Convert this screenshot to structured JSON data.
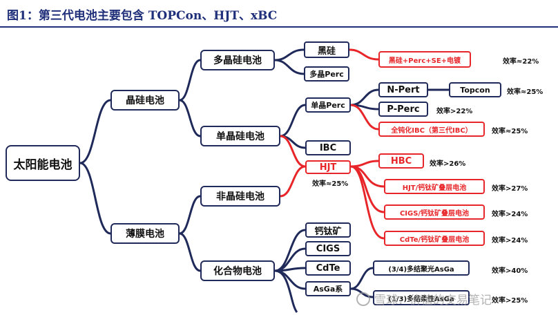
{
  "title": "图1：第三代电池主要包含 TOPCon、HJT、xBC",
  "nodes": {
    "root": "太阳能电池",
    "crystalline_si": "晶硅电池",
    "thin_film": "薄膜电池",
    "multi_si": "多晶硅电池",
    "mono_si": "单晶硅电池",
    "amorphous_si": "非晶硅电池",
    "compound": "化合物电池",
    "black_si": "黑硅",
    "multi_perc": "多晶Perc",
    "mono_perc": "单晶Perc",
    "ibc": "IBC",
    "hjt": "HJT",
    "perovskite": "钙钛矿",
    "cigs": "CIGS",
    "cdte": "CdTe",
    "asga": "AsGa系",
    "n_pert": "N-Pert",
    "p_perc": "P-Perc",
    "topcon": "Topcon",
    "red_black_si": "黑硅+Perc+SE+电镀",
    "red_full_ibc": "全钝化IBC（第三代IBC）",
    "red_hbc": "HBC",
    "red_hjt_per": "HJT/钙钛矿叠层电池",
    "red_cigs_per": "CIGS/钙钛矿叠层电池",
    "red_cdte_per": "CdTe/钙钛矿叠层电池",
    "asga_concentrator": "(3/4)多结聚光AsGa",
    "asga_flexible": "(1/3)多结柔性AsGa"
  },
  "efficiencies": {
    "black_si": "效率≈22%",
    "topcon": "效率≈25%",
    "p_perc": "效率>22%",
    "full_ibc": "效率≈25%",
    "hjt": "效率≈25%",
    "hbc": "效率>26%",
    "hjt_per": "效率>27%",
    "cigs_per": "效率>24%",
    "cdte_per": "效率>24%",
    "asga_concentrator": "效率>40%",
    "asga_flexible": "效率>25%"
  },
  "watermark": "雪球：价值的交易笔记",
  "colors": {
    "title": "#1f2f7a",
    "box_border": "#1f2a5a",
    "highlight": "#e8262a",
    "line": "#1f2a5a"
  }
}
